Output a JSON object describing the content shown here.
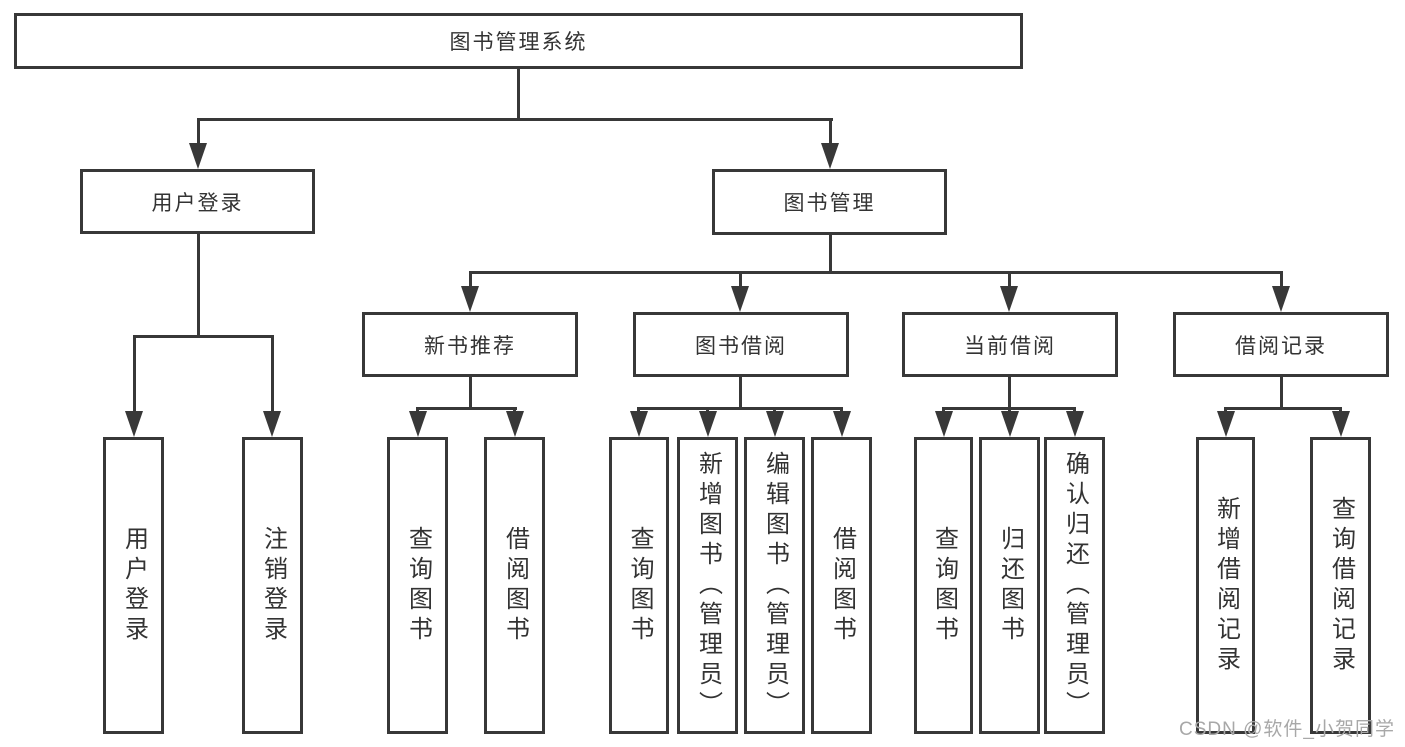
{
  "diagram": {
    "type": "hierarchy-flowchart",
    "hierarchy": {
      "label": "图书管理系统",
      "children": [
        {
          "label": "用户登录",
          "children": [
            {
              "label": "用户登录"
            },
            {
              "label": "注销登录"
            }
          ]
        },
        {
          "label": "图书管理",
          "children": [
            {
              "label": "新书推荐",
              "children": [
                {
                  "label": "查询图书"
                },
                {
                  "label": "借阅图书"
                }
              ]
            },
            {
              "label": "图书借阅",
              "children": [
                {
                  "label": "查询图书"
                },
                {
                  "label": "新增图书（管理员）"
                },
                {
                  "label": "编辑图书（管理员）"
                },
                {
                  "label": "借阅图书"
                }
              ]
            },
            {
              "label": "当前借阅",
              "children": [
                {
                  "label": "查询图书"
                },
                {
                  "label": "归还图书"
                },
                {
                  "label": "确认归还（管理员）"
                }
              ]
            },
            {
              "label": "借阅记录",
              "children": [
                {
                  "label": "新增借阅记录"
                },
                {
                  "label": "查询借阅记录"
                }
              ]
            }
          ]
        }
      ]
    },
    "colors": {
      "line": "#383838",
      "text": "#333333",
      "box_fill": "#ffffff",
      "background": "#ffffff",
      "watermark": "#a8a8a8"
    }
  },
  "watermark": {
    "text": "CSDN @软件_小贺同学"
  }
}
